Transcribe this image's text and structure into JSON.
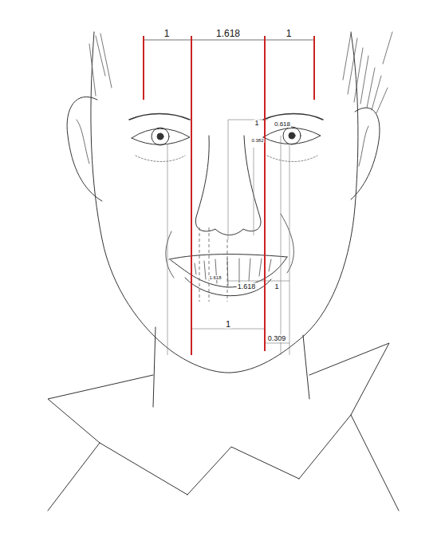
{
  "diagram": {
    "labels": [
      "1",
      "1.618",
      "1",
      "1",
      "0.618",
      "0.382",
      "1.618",
      "1.618",
      "1",
      "1",
      "0.309"
    ]
  }
}
